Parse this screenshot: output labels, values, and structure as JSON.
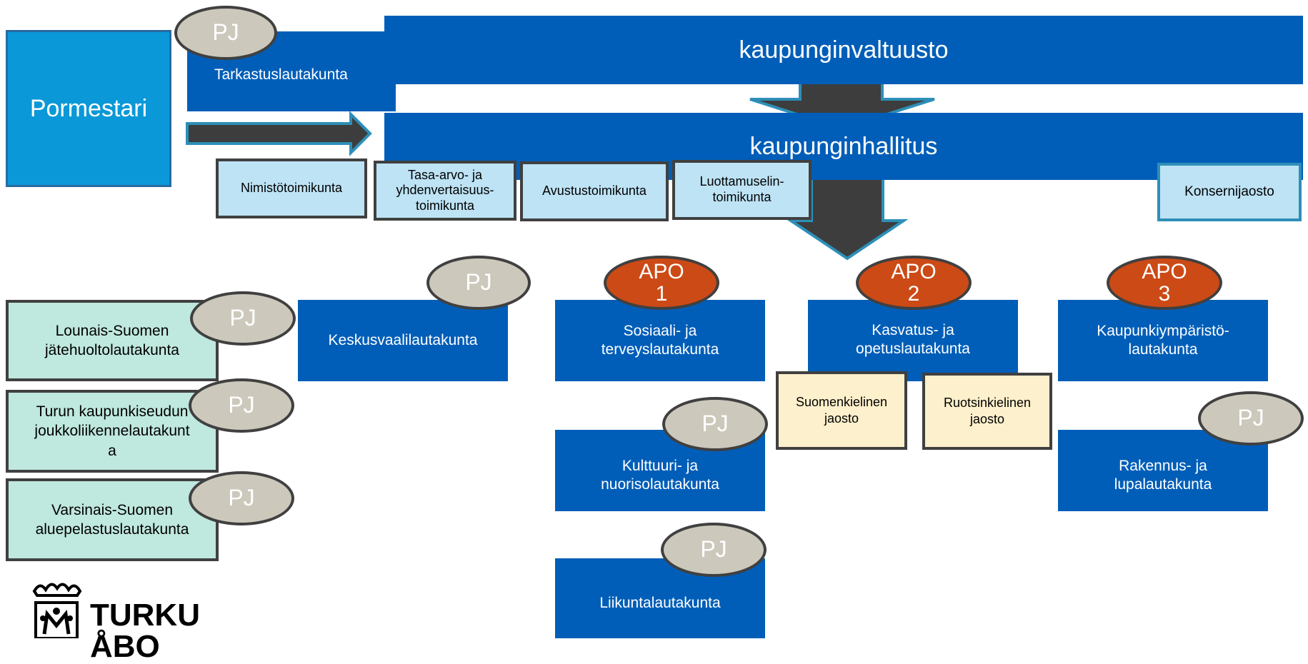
{
  "colors": {
    "blue": "#005eb8",
    "mayor": "#0a98d8",
    "pj_badge": "#ccc8bb",
    "apo_badge": "#cc4a16",
    "light_box": "#bde3f5",
    "mint_box": "#bfe8de",
    "cream_box": "#fdf0cc",
    "arrow": "#3d3d3d"
  },
  "mayor": "Pormestari",
  "council": "kaupunginvaltuusto",
  "board": "kaupunginhallitus",
  "audit_committee": "Tarkastuslautakunta",
  "board_committees": {
    "names": "Nimistötoimikunta",
    "equality": [
      "Tasa-arvo- ja",
      "yhdenvertaisuus-",
      "toimikunta"
    ],
    "grants": "Avustustoimikunta",
    "trustees": [
      "Luottamuselin-",
      "toimikunta"
    ],
    "group": "Konsernijaosto"
  },
  "badges": {
    "pj": "PJ",
    "apo1": [
      "APO",
      "1"
    ],
    "apo2": [
      "APO",
      "2"
    ],
    "apo3": [
      "APO",
      "3"
    ]
  },
  "regional": {
    "waste": [
      "Lounais-Suomen",
      "jätehuoltolautakunta"
    ],
    "transport": [
      "Turun kaupunkiseudun",
      "joukkoliikennelautakunt",
      "a"
    ],
    "rescue": [
      "Varsinais-Suomen",
      "aluepelastuslautakunta"
    ]
  },
  "boards": {
    "election": "Keskusvaalilautakunta",
    "social": [
      "Sosiaali- ja",
      "terveyslautakunta"
    ],
    "education": [
      "Kasvatus- ja",
      "opetuslautakunta"
    ],
    "environment": [
      "Kaupunkiympäristö-",
      "lautakunta"
    ],
    "culture": [
      "Kulttuuri- ja",
      "nuorisolautakunta"
    ],
    "sports": "Liikuntalautakunta",
    "building": [
      "Rakennus- ja",
      "lupalautakunta"
    ]
  },
  "divisions": {
    "finnish": [
      "Suomenkielinen",
      "jaosto"
    ],
    "swedish": [
      "Ruotsinkielinen",
      "jaosto"
    ]
  },
  "logo": {
    "line1": "TURKU",
    "line2": "ÅBO"
  }
}
